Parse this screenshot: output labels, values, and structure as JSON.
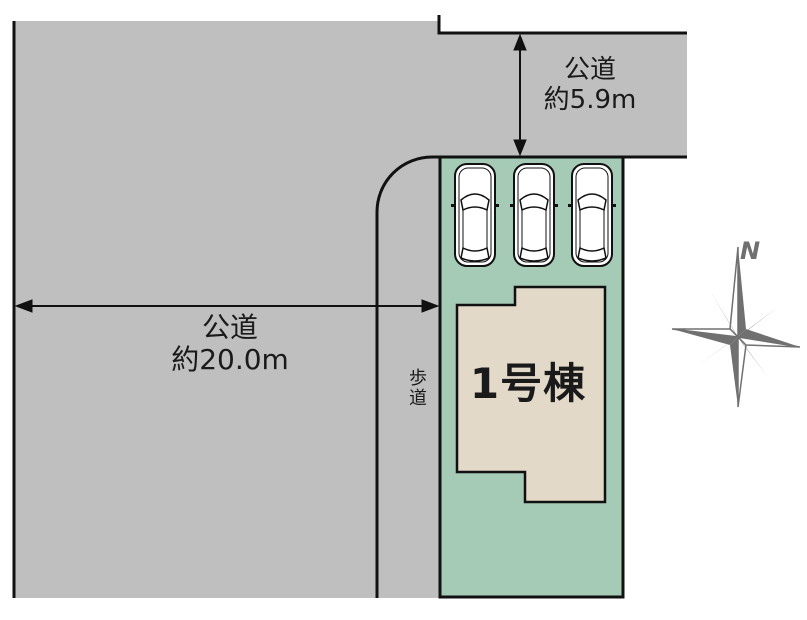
{
  "map": {
    "colors": {
      "road": "#c0bfbf",
      "lot": "#a5cbb7",
      "building": "#e3d9c8",
      "outline": "#111111",
      "compass": "#707070"
    },
    "roads": {
      "main_road": {
        "name": "公道",
        "width": "約20.0m"
      },
      "side_road": {
        "name": "公道",
        "width": "約5.9m"
      },
      "sidewalk": {
        "name": "歩道"
      }
    },
    "lot": {
      "building_label": "1号棟",
      "parking_spaces": 3
    },
    "compass": {
      "north_label": "N"
    }
  }
}
